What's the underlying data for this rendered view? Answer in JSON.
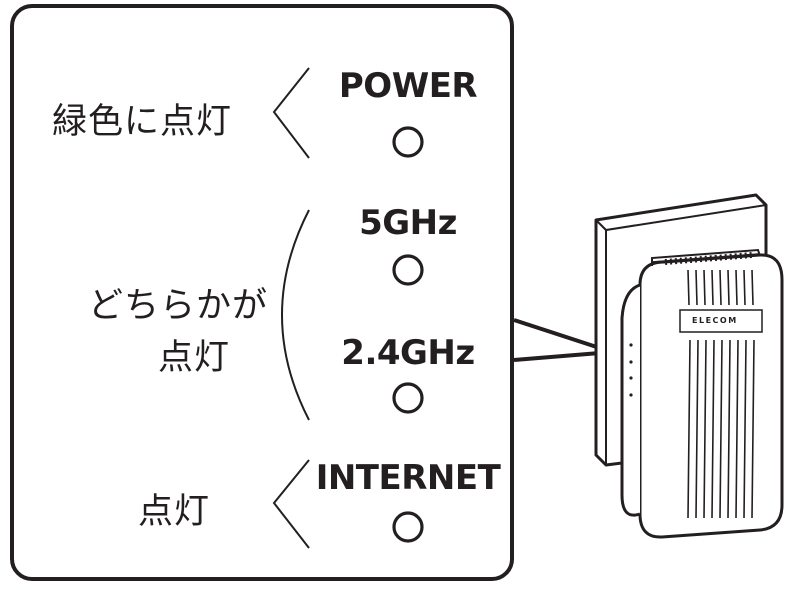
{
  "indicators": [
    {
      "label": "POWER",
      "status": "緑色に点灯"
    },
    {
      "label": "5GHz",
      "status_line1": "どちらかが",
      "status_line2": "点灯"
    },
    {
      "label": "2.4GHz"
    },
    {
      "label": "INTERNET",
      "status": "点灯"
    }
  ],
  "device": {
    "brand": "ELECOM"
  },
  "colors": {
    "stroke": "#231f20",
    "background": "#ffffff"
  }
}
